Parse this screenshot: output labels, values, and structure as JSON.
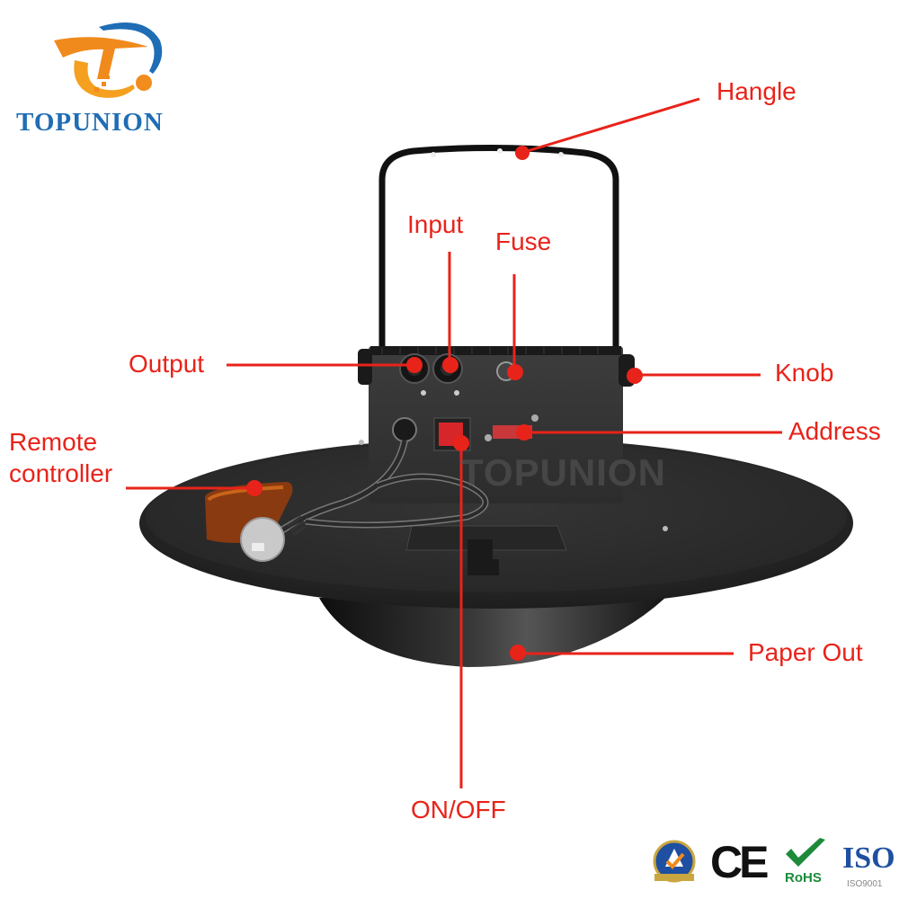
{
  "brand": {
    "name": "TOPUNION",
    "watermark": "TOPUNION",
    "colors": {
      "primary_blue": "#1f6db5",
      "orange": "#f08a1c"
    }
  },
  "callouts": [
    {
      "id": "hangle",
      "label": "Hangle"
    },
    {
      "id": "input",
      "label": "Input"
    },
    {
      "id": "fuse",
      "label": "Fuse"
    },
    {
      "id": "output",
      "label": "Output"
    },
    {
      "id": "knob",
      "label": "Knob"
    },
    {
      "id": "address",
      "label": "Address"
    },
    {
      "id": "remote",
      "label_line1": "Remote",
      "label_line2": "controller"
    },
    {
      "id": "paper-out",
      "label": "Paper Out"
    },
    {
      "id": "on-off",
      "label": "ON/OFF"
    }
  ],
  "callout_color": "#e8231a",
  "certifications": {
    "badge": "Assured Supplier",
    "ce": "CE",
    "rohs": "RoHS",
    "iso": "ISO",
    "iso_sub": "ISO9001"
  }
}
